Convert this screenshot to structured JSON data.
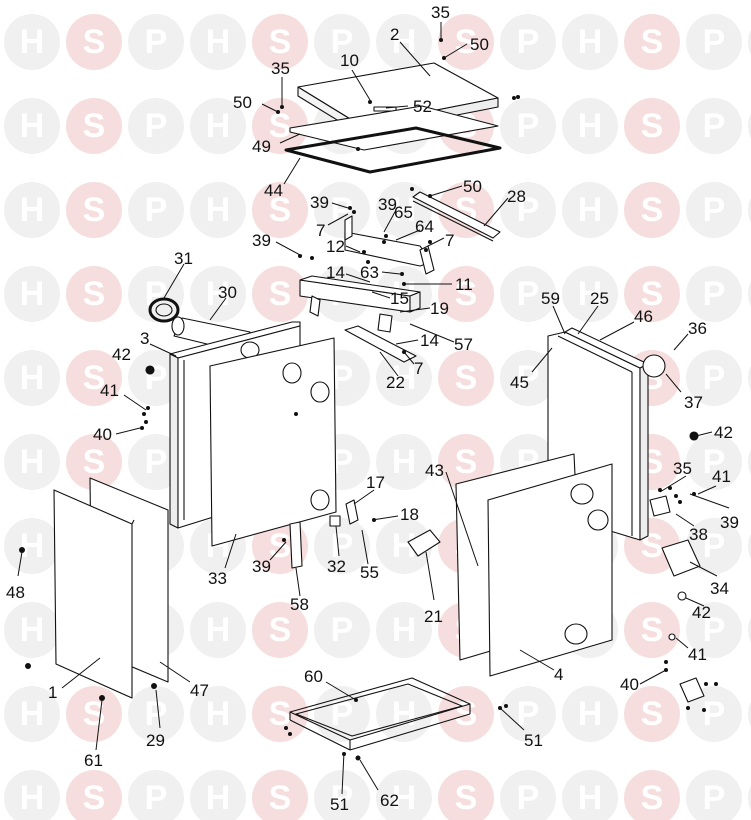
{
  "watermark": {
    "letters": [
      "H",
      "S",
      "P"
    ],
    "colors": [
      "#f0f0f0",
      "#f6dede",
      "#f0f0f0"
    ],
    "text_color": "#ffffff"
  },
  "diagram": {
    "line_color": "#111111",
    "part_numbers": [
      "35",
      "2",
      "50",
      "10",
      "35",
      "50",
      "52",
      "49",
      "44",
      "50",
      "28",
      "39",
      "39",
      "65",
      "64",
      "7",
      "7",
      "12",
      "39",
      "31",
      "14",
      "63",
      "11",
      "30",
      "15",
      "19",
      "14",
      "57",
      "59",
      "25",
      "46",
      "36",
      "3",
      "7",
      "22",
      "45",
      "42",
      "37",
      "41",
      "40",
      "42",
      "17",
      "35",
      "41",
      "39",
      "43",
      "18",
      "39",
      "33",
      "32",
      "55",
      "21",
      "38",
      "34",
      "58",
      "48",
      "42",
      "60",
      "1",
      "47",
      "4",
      "41",
      "40",
      "29",
      "51",
      "61",
      "51",
      "62"
    ]
  }
}
